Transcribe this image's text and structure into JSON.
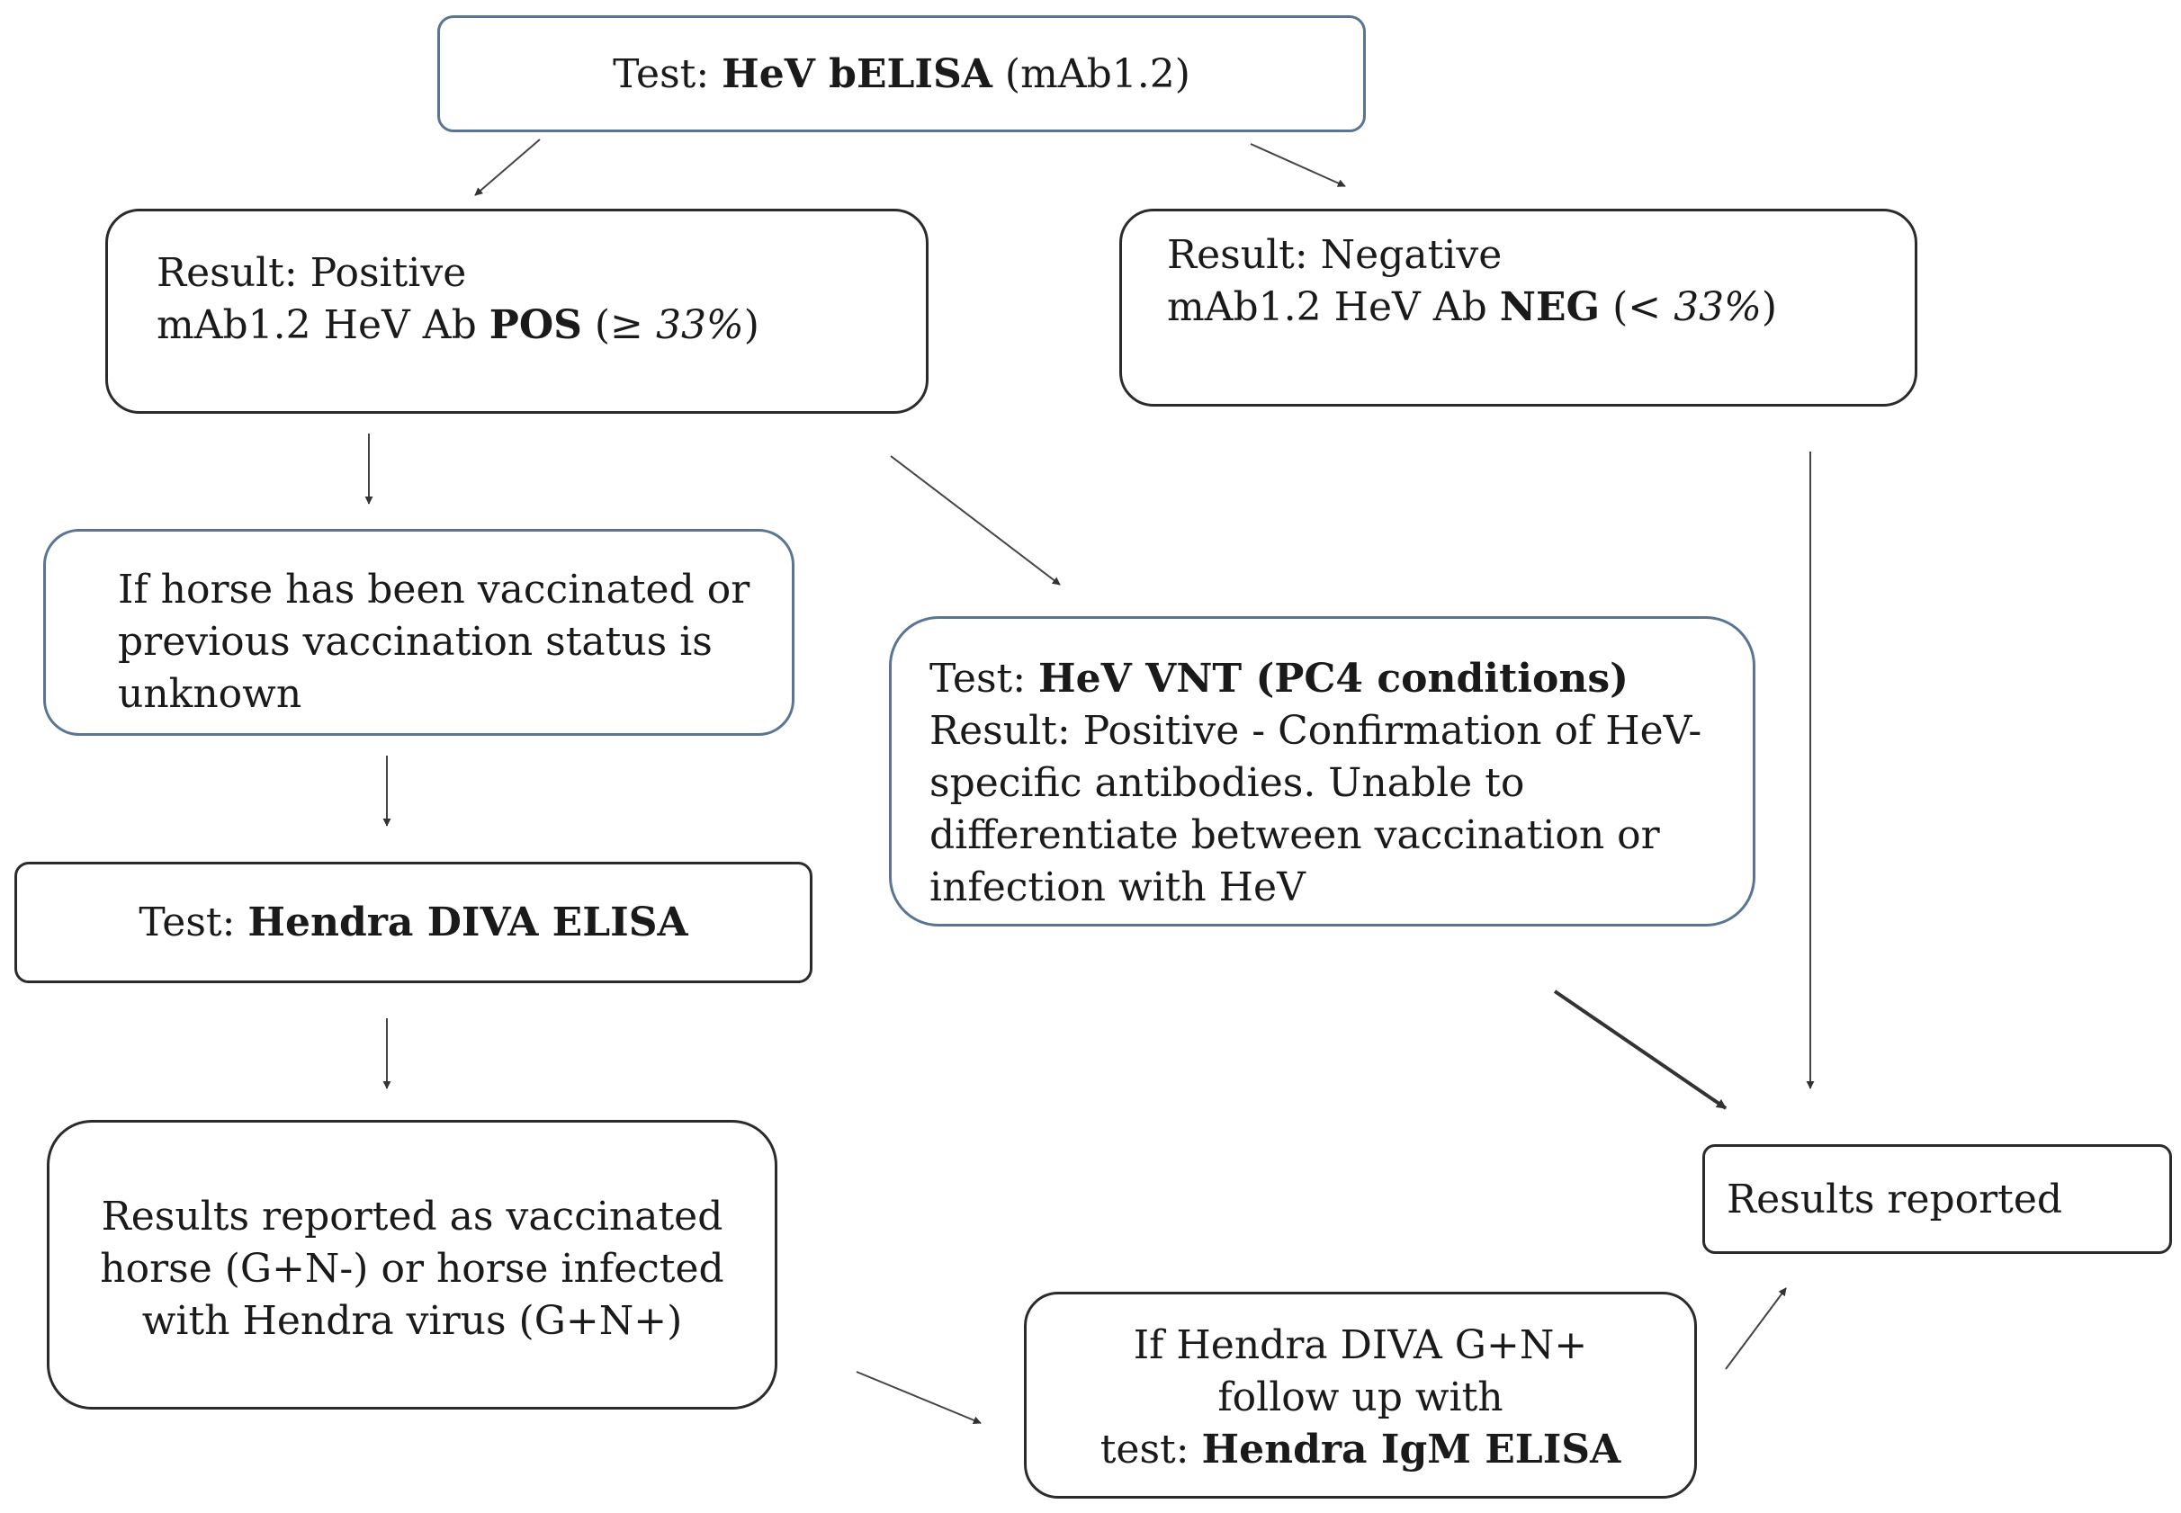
{
  "top": {
    "prefix": "Test: ",
    "name": "HeV bELISA",
    "suffix": " (mAb1.2)"
  },
  "positive": {
    "line1": "Result: Positive",
    "line2_prefix": "mAb1.2 HeV Ab ",
    "line2_bold": "POS",
    "line2_paren_open": " (",
    "line2_italic": "≥ 33%",
    "line2_paren_close": ")"
  },
  "negative": {
    "line1": "Result: Negative",
    "line2_prefix": "mAb1.2 HeV Ab ",
    "line2_bold": "NEG",
    "line2_paren_open": " (",
    "line2_italic": "< 33%",
    "line2_paren_close": ")"
  },
  "vaccinated": {
    "line1": "If horse has been vaccinated or",
    "line2": "previous vaccination status is",
    "line3": "unknown"
  },
  "vnt": {
    "title_prefix": "Test: ",
    "title_bold": "HeV VNT (PC4 conditions)",
    "line2": "Result: Positive - Confirmation of HeV-",
    "line3": "specific antibodies. Unable to",
    "line4": "differentiate between vaccination or",
    "line5": "infection with HeV"
  },
  "diva": {
    "prefix": "Test: ",
    "bold": "Hendra DIVA ELISA"
  },
  "results_left": {
    "line1": "Results reported as vaccinated",
    "line2": "horse (G+N-) or horse infected",
    "line3": "with Hendra virus (G+N+)"
  },
  "igm": {
    "line1": "If Hendra DIVA G+N+",
    "line2": "follow up with",
    "line3_prefix": "test: ",
    "line3_bold": "Hendra IgM ELISA"
  },
  "reported": {
    "label": "Results reported"
  },
  "colors": {
    "box_border": "#2b2b2b",
    "blue_border": "#5a7593",
    "arrow": "#333333"
  }
}
